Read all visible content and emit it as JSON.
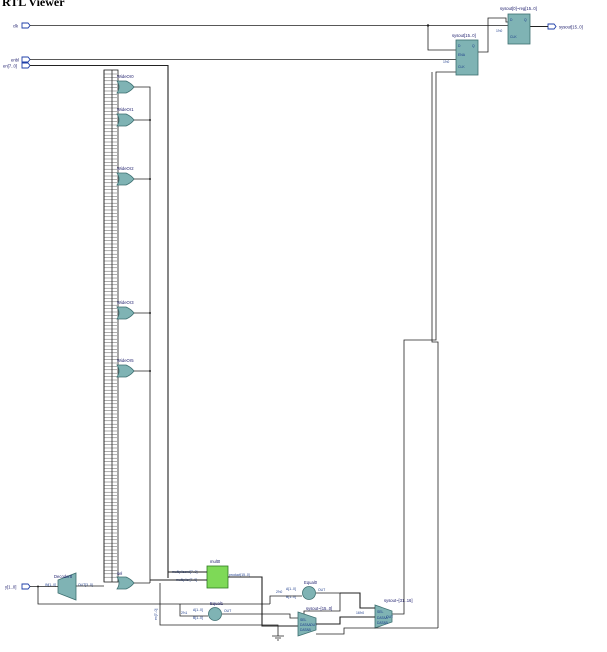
{
  "window": {
    "title": "RTL Viewer"
  },
  "ports": {
    "inputs": [
      "clk",
      "enbl",
      "en[7..0]",
      "y[1..0]"
    ],
    "output": "sysout[15..0]"
  },
  "gates": {
    "wide_or": [
      "WideOr0",
      "WideOr1",
      "WideOr2",
      "WideOr3",
      "WideOr5"
    ],
    "or_bottom": "sel",
    "decoder": "Decoder0",
    "decoder_in": "IN[1..0]",
    "decoder_out": "OUT[3..0]"
  },
  "registers": {
    "reg1": {
      "title": "sysout[15..0]",
      "pins": [
        "D",
        "ENA",
        "Q",
        "CLK",
        "1'h0"
      ]
    },
    "reg2": {
      "title": "sysout[0]~reg[15..0]",
      "pins": [
        "D",
        "Q",
        "CLK",
        "1'h0"
      ]
    }
  },
  "multiplier": {
    "title": "mult0",
    "in_a": "multiplicand[7..0]",
    "in_b": "multiplier[7..0]",
    "out": "product[15..0]"
  },
  "equals": [
    {
      "title": "Equal0",
      "a": "A[1..0]",
      "b": "B[1..0]",
      "out": "OUT",
      "const": "2'h0"
    },
    {
      "title": "Equal1",
      "a": "A[1..0]",
      "b": "B[1..0]",
      "out": "OUT",
      "const": "2'h1"
    }
  ],
  "muxes": [
    {
      "title": "sysout~[15..0]",
      "pins": [
        "SEL",
        "DATAA",
        "DATAB",
        "OUT"
      ]
    },
    {
      "title": "sysout~[31..16]",
      "pins": [
        "SEL",
        "16'h0",
        "DATAA",
        "DATAB",
        "OUT"
      ]
    }
  ],
  "bus_label": "en[7..0]"
}
